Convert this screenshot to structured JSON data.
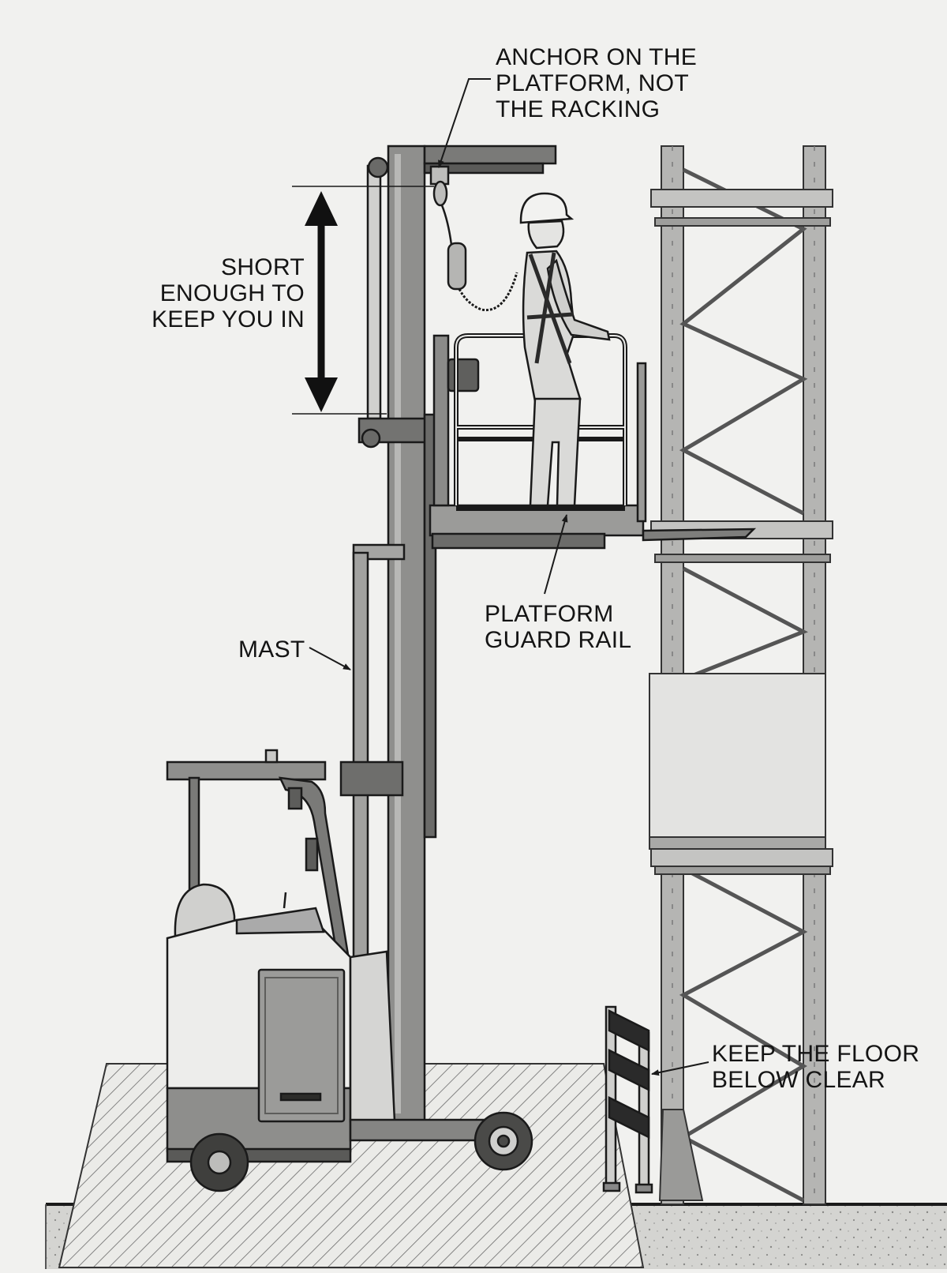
{
  "labels": {
    "anchor": [
      "ANCHOR ON THE",
      "PLATFORM, NOT",
      "THE RACKING"
    ],
    "lanyard": [
      "SHORT",
      "ENOUGH TO",
      "KEEP YOU IN"
    ],
    "mast": [
      "MAST"
    ],
    "guard_rail": [
      "PLATFORM",
      "GUARD RAIL"
    ],
    "floor": [
      "KEEP THE FLOOR",
      "BELOW CLEAR"
    ]
  },
  "colors": {
    "background": "#f1f1ef",
    "ink": "#1a1a1a",
    "steel": "#8d8d8d",
    "light_steel": "#c9c9c9",
    "dark_steel": "#5d5d5d",
    "floor": "#d2d2cf"
  }
}
